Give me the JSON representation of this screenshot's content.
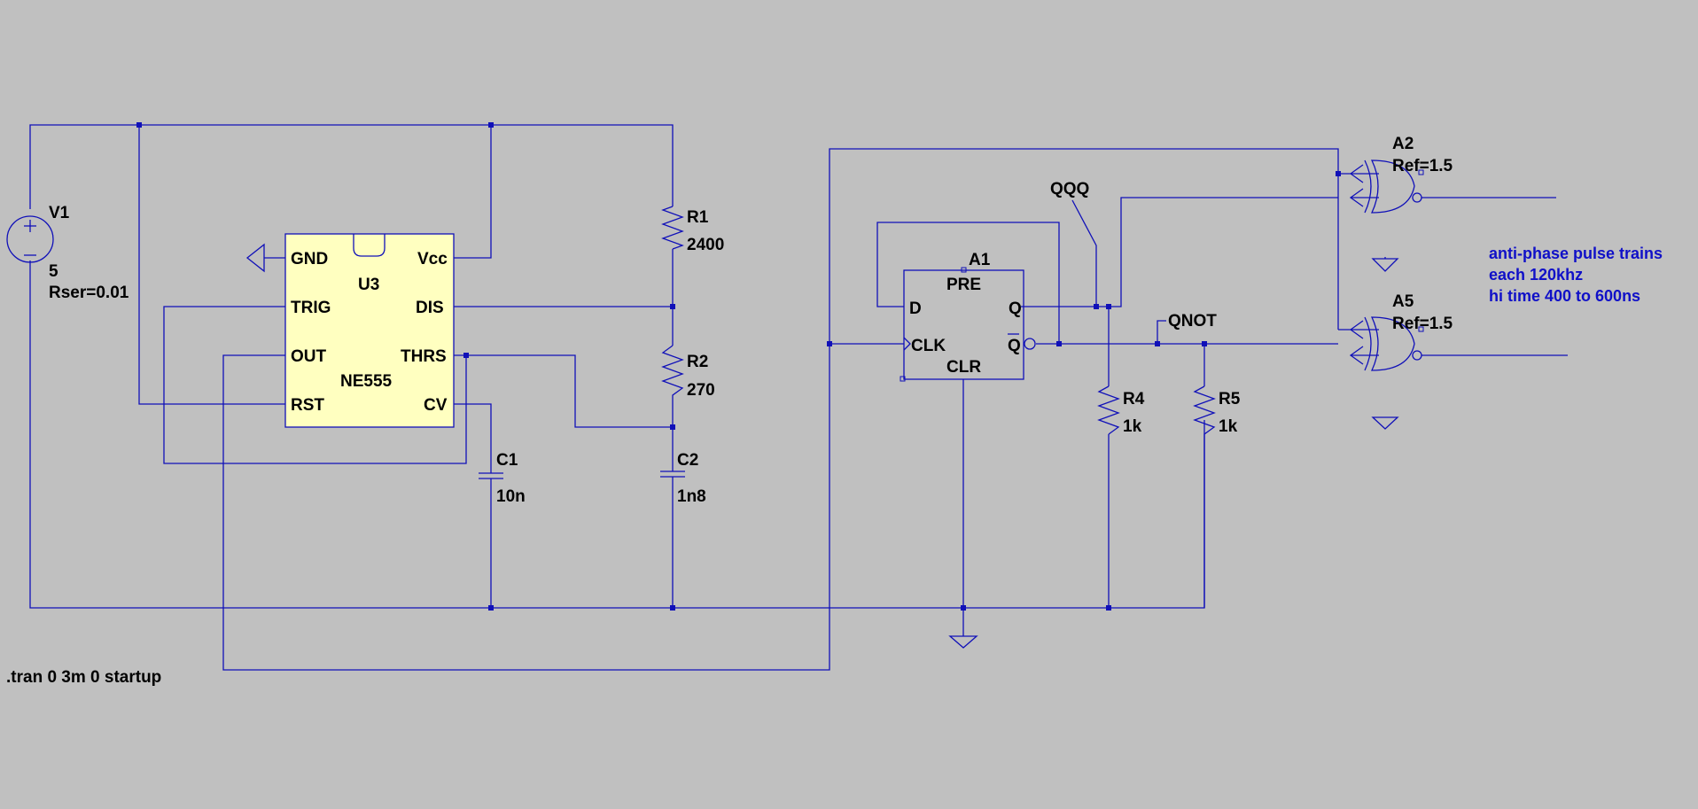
{
  "colors": {
    "background": "#c0c0c0",
    "wire": "#1010b8",
    "ic_fill": "#ffffc0",
    "comment": "#1010c8"
  },
  "components": {
    "V1": {
      "name": "V1",
      "value": "5",
      "param": "Rser=0.01"
    },
    "U3": {
      "name": "U3",
      "model": "NE555",
      "pins": {
        "gnd": "GND",
        "vcc": "Vcc",
        "trig": "TRIG",
        "dis": "DIS",
        "out": "OUT",
        "thrs": "THRS",
        "rst": "RST",
        "cv": "CV"
      }
    },
    "R1": {
      "name": "R1",
      "value": "2400"
    },
    "R2": {
      "name": "R2",
      "value": "270"
    },
    "C1": {
      "name": "C1",
      "value": "10n"
    },
    "C2": {
      "name": "C2",
      "value": "1n8"
    },
    "A1": {
      "name": "A1",
      "pins": {
        "pre": "PRE",
        "d": "D",
        "q": "Q",
        "qbar": "Q",
        "clk": "CLK",
        "clr": "CLR"
      }
    },
    "R4": {
      "name": "R4",
      "value": "1k"
    },
    "R5": {
      "name": "R5",
      "value": "1k"
    },
    "A2": {
      "name": "A2",
      "param": "Ref=1.5"
    },
    "A5": {
      "name": "A5",
      "param": "Ref=1.5"
    }
  },
  "net_labels": {
    "qqq": "QQQ",
    "qnot": "QNOT"
  },
  "comment_lines": [
    "anti-phase pulse trains",
    "each 120khz",
    "hi time  400 to 600ns"
  ],
  "directive": ".tran 0 3m 0 startup"
}
